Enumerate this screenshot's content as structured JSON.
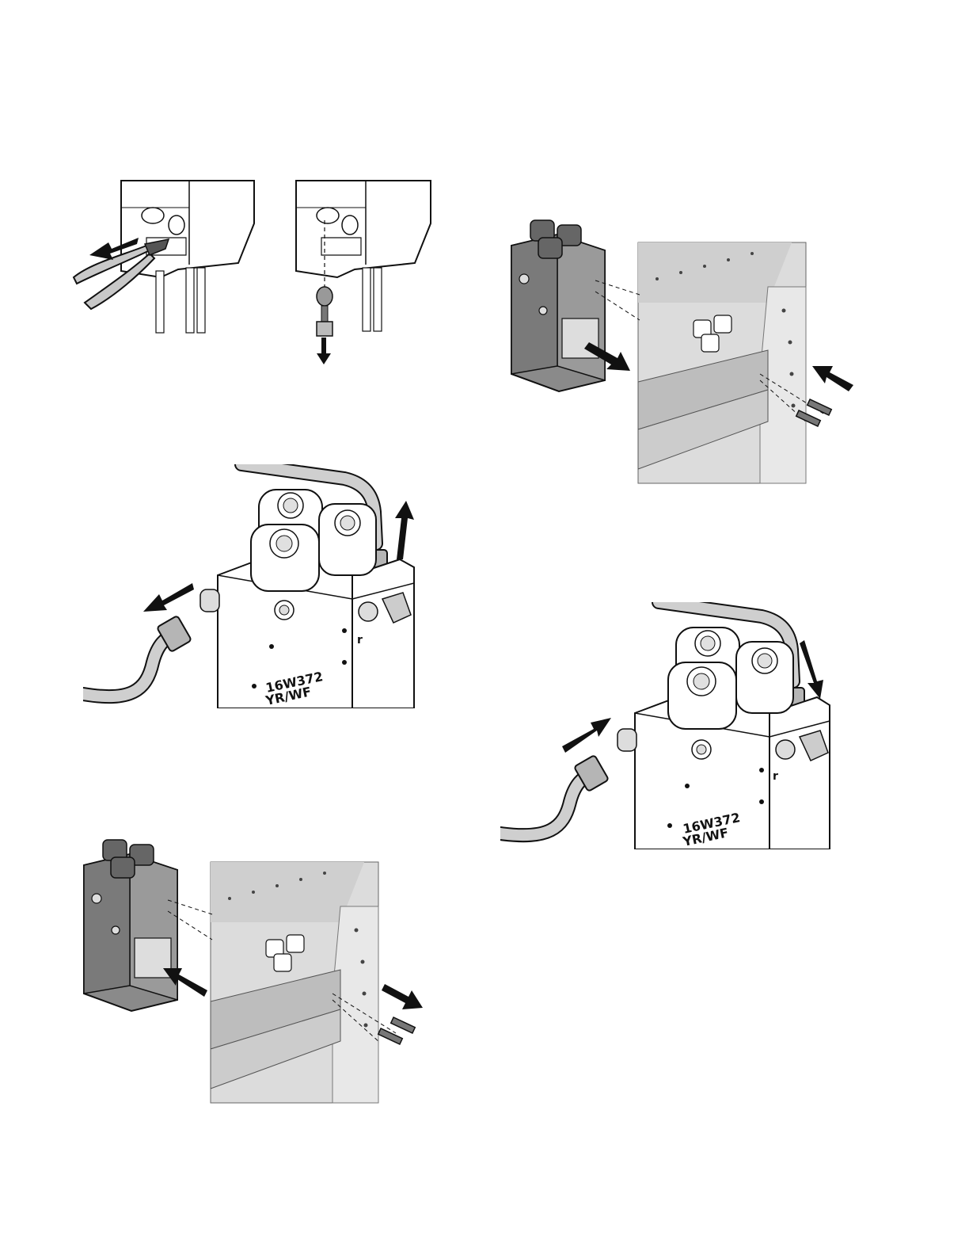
{
  "page": {
    "background": "#ffffff"
  },
  "colors": {
    "ink": "#111111",
    "panel": "#d9d9d9",
    "block": "#8e8e8e",
    "hose": "#c4c4c4"
  },
  "figures": {
    "fig_a": {
      "description_icons": [
        "pliers-icon",
        "arrow-icon"
      ]
    },
    "fig_b": {
      "description_icons": [
        "clip-icon",
        "arrow-down-icon"
      ]
    },
    "fig_c": {
      "description_icons": [
        "manifold-block",
        "screw-icon",
        "arrow-icon"
      ]
    },
    "fig_d": {
      "label_line1": "16W372",
      "label_line2": "YR/WF",
      "label_r": "r"
    },
    "fig_e": {
      "label_line1": "16W372",
      "label_line2": "YR/WF",
      "label_r": "r"
    },
    "fig_f": {
      "description_icons": [
        "manifold-block",
        "screw-icon",
        "arrow-icon"
      ]
    }
  }
}
